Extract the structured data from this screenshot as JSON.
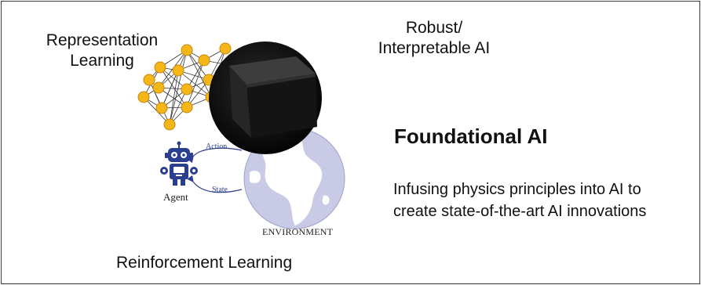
{
  "labels": {
    "representation_learning": "Representation\nLearning",
    "robust_ai": "Robust/\nInterpretable AI",
    "foundational_ai": "Foundational AI",
    "description": "Infusing physics principles into AI to create state-of-the-art AI innovations",
    "reinforcement_learning": "Reinforcement Learning",
    "agent": "Agent",
    "environment": "ENVIRONMENT",
    "action": "Action",
    "state": "State"
  },
  "colors": {
    "neuron_fill": "#f5b61a",
    "neuron_stroke": "#c9870a",
    "globe_fill": "#c9cbe6",
    "land_fill": "#ffffff",
    "agent_blue": "#2c3e8f",
    "cube_sphere": "#111111",
    "border": "#3a3a3a"
  },
  "icons": [
    "neural-network-icon",
    "black-box-cube-icon",
    "robot-agent-icon",
    "earth-globe-icon"
  ]
}
